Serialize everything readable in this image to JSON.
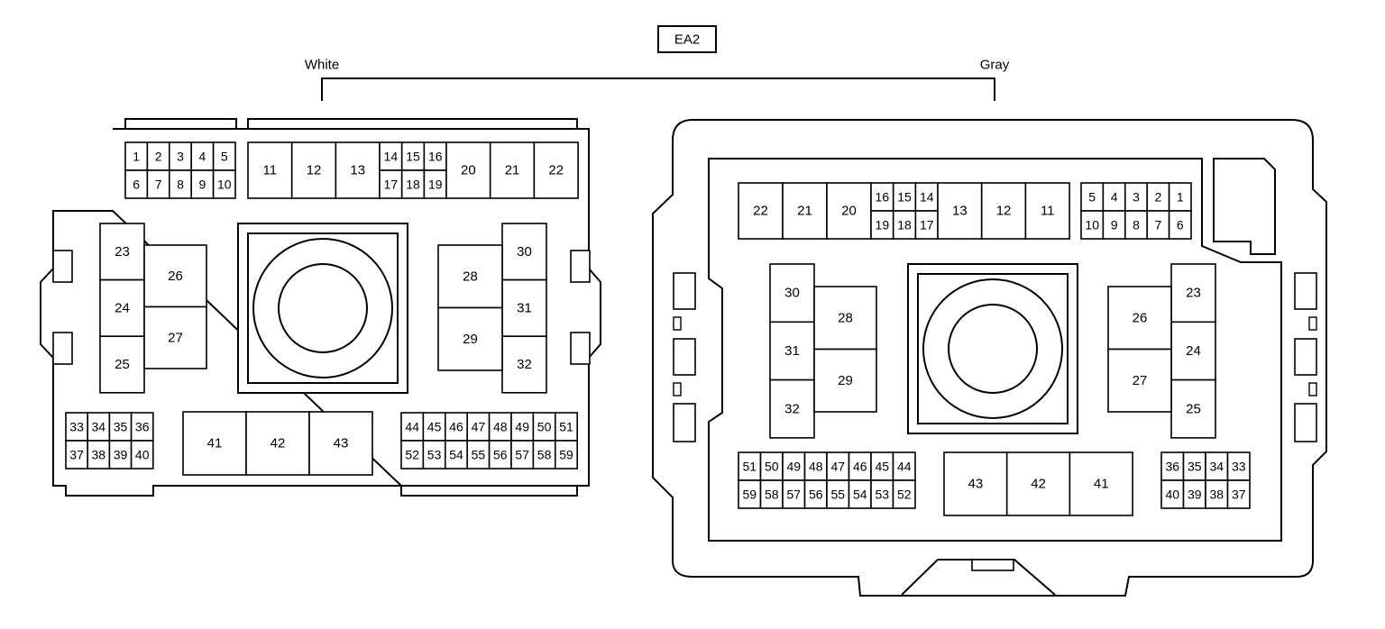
{
  "connector": {
    "title": "EA2",
    "white_label": "White",
    "gray_label": "Gray"
  },
  "white": {
    "top_left_row1": [
      "1",
      "2",
      "3",
      "4",
      "5"
    ],
    "top_left_row2": [
      "6",
      "7",
      "8",
      "9",
      "10"
    ],
    "top_large_a": [
      "11",
      "12",
      "13"
    ],
    "top_small_row1": [
      "14",
      "15",
      "16"
    ],
    "top_small_row2": [
      "17",
      "18",
      "19"
    ],
    "top_large_b": [
      "20",
      "21",
      "22"
    ],
    "left_col": [
      "23",
      "24",
      "25"
    ],
    "left_big": [
      "26",
      "27"
    ],
    "right_col": [
      "30",
      "31",
      "32"
    ],
    "right_big": [
      "28",
      "29"
    ],
    "bottom_left_row1": [
      "33",
      "34",
      "35",
      "36"
    ],
    "bottom_left_row2": [
      "37",
      "38",
      "39",
      "40"
    ],
    "bottom_center": [
      "41",
      "42",
      "43"
    ],
    "bottom_right_row1": [
      "44",
      "45",
      "46",
      "47",
      "48",
      "49",
      "50",
      "51"
    ],
    "bottom_right_row2": [
      "52",
      "53",
      "54",
      "55",
      "56",
      "57",
      "58",
      "59"
    ]
  },
  "gray": {
    "top_large_b": [
      "22",
      "21",
      "20"
    ],
    "top_small_row1": [
      "16",
      "15",
      "14"
    ],
    "top_small_row2": [
      "19",
      "18",
      "17"
    ],
    "top_large_a": [
      "13",
      "12",
      "11"
    ],
    "top_right_row1": [
      "5",
      "4",
      "3",
      "2",
      "1"
    ],
    "top_right_row2": [
      "10",
      "9",
      "8",
      "7",
      "6"
    ],
    "left_col": [
      "30",
      "31",
      "32"
    ],
    "left_big": [
      "28",
      "29"
    ],
    "right_col": [
      "23",
      "24",
      "25"
    ],
    "right_big": [
      "26",
      "27"
    ],
    "bottom_left_row1": [
      "51",
      "50",
      "49",
      "48",
      "47",
      "46",
      "45",
      "44"
    ],
    "bottom_left_row2": [
      "59",
      "58",
      "57",
      "56",
      "55",
      "54",
      "53",
      "52"
    ],
    "bottom_center": [
      "43",
      "42",
      "41"
    ],
    "bottom_right_row1": [
      "36",
      "35",
      "34",
      "33"
    ],
    "bottom_right_row2": [
      "40",
      "39",
      "38",
      "37"
    ]
  }
}
